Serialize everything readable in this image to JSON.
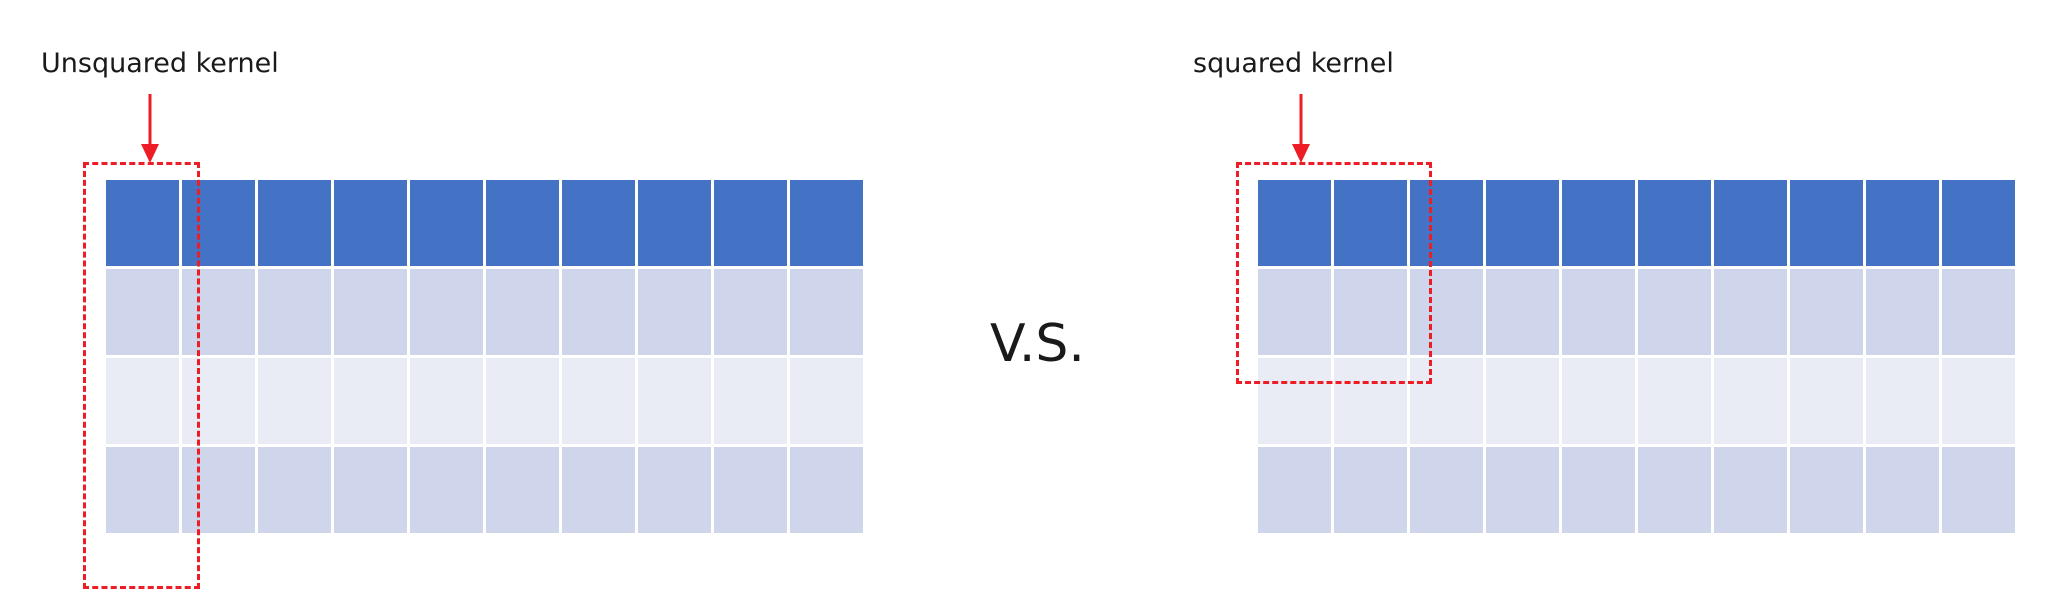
{
  "labels": {
    "left": "Unsquared kernel",
    "right": "squared kernel",
    "vs": "V.S."
  },
  "grid": {
    "rows": 4,
    "cols": 10,
    "row_colors": [
      "#4472c4",
      "#cfd5ea",
      "#e9ebf5",
      "#cfd5ea"
    ]
  },
  "kernel": {
    "left_extent": "1 column × 4 rows",
    "right_extent": "2 columns × 2 rows",
    "outline_color": "#ee1c24"
  }
}
